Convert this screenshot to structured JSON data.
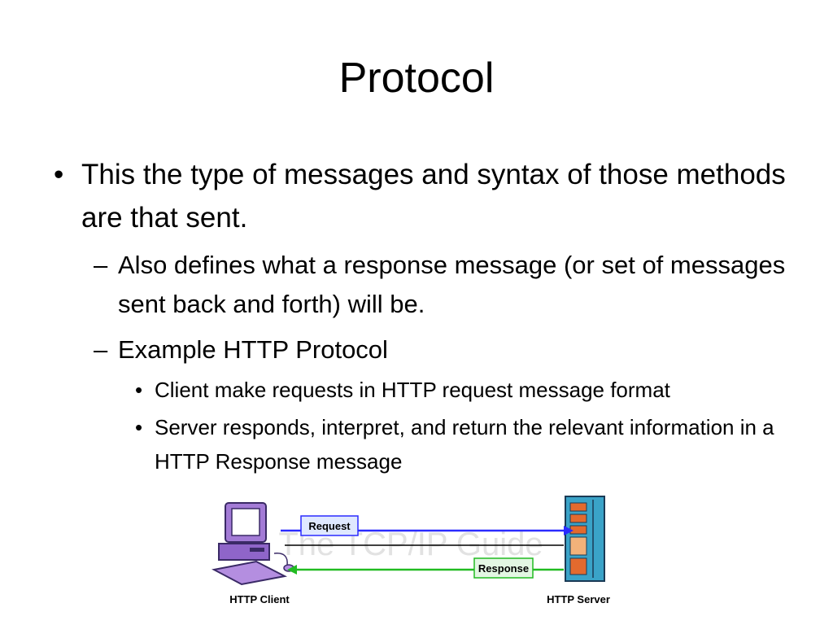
{
  "slide": {
    "title": "Protocol",
    "bullet1": "This the type of messages and syntax of those methods are that sent.",
    "sub1": "Also defines what a response message (or set of messages sent back and forth) will be.",
    "sub2": "Example HTTP Protocol",
    "sub2_items": [
      "Client make requests in HTTP request message format",
      "Server responds, interpret, and return the relevant information in a HTTP Response message"
    ]
  },
  "diagram": {
    "request_label": "Request",
    "response_label": "Response",
    "client_label": "HTTP Client",
    "server_label": "HTTP Server",
    "watermark": "The TCP/IP Guide",
    "colors": {
      "request": "#2b2bff",
      "response": "#22bb22",
      "client": "#a37bd6",
      "server": "#3aa3c8"
    }
  }
}
